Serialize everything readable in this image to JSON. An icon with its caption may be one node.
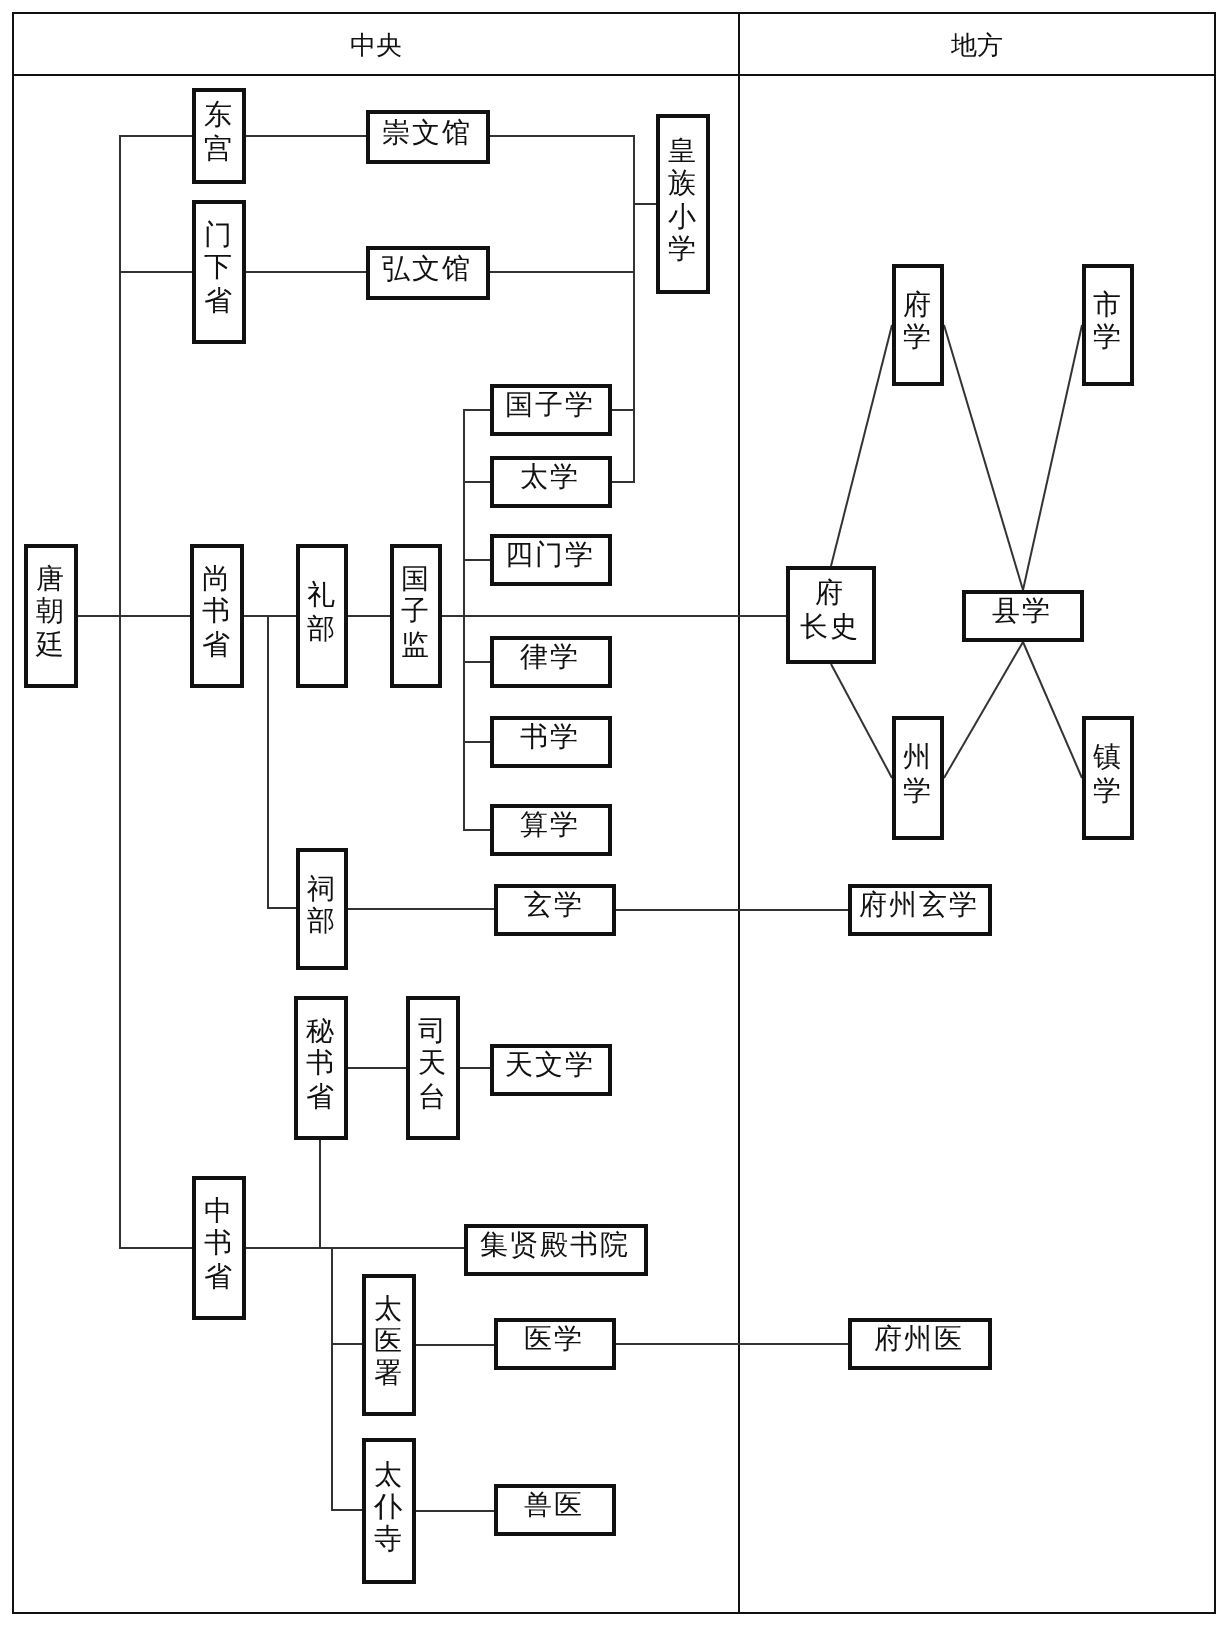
{
  "diagram": {
    "nodes": [
      {
        "text": [
          "中央"
        ]
      },
      {
        "text": [
          "地方"
        ]
      },
      {
        "text": [
          "唐朝廷"
        ],
        "in": 0
      },
      {
        "text": [
          "东宫"
        ],
        "in": 0
      },
      {
        "text": [
          "门下省"
        ],
        "in": 0
      },
      {
        "text": [
          "崇文馆"
        ],
        "in": 0
      },
      {
        "text": [
          "弘文馆"
        ],
        "in": 0
      },
      {
        "text": [
          "皇族小学"
        ],
        "in": 0
      },
      {
        "text": [
          "尚书省"
        ],
        "in": 0
      },
      {
        "text": [
          "礼部"
        ],
        "in": 0
      },
      {
        "text": [
          "国子监"
        ],
        "in": 0
      },
      {
        "text": [
          "国子学"
        ],
        "in": 0
      },
      {
        "text": [
          "太学"
        ],
        "in": 0
      },
      {
        "text": [
          "四门学"
        ],
        "in": 0
      },
      {
        "text": [
          "律学"
        ],
        "in": 0
      },
      {
        "text": [
          "书学"
        ],
        "in": 0
      },
      {
        "text": [
          "算学"
        ],
        "in": 0
      },
      {
        "text": [
          "祠部"
        ],
        "in": 0
      },
      {
        "text": [
          "玄学"
        ],
        "in": 0
      },
      {
        "text": [
          "秘书省"
        ],
        "in": 0
      },
      {
        "text": [
          "司天台"
        ],
        "in": 0
      },
      {
        "text": [
          "天文学"
        ],
        "in": 0
      },
      {
        "text": [
          "中书省"
        ],
        "in": 0
      },
      {
        "text": [
          "集贤殿书院"
        ],
        "in": 0
      },
      {
        "text": [
          "太医署"
        ],
        "in": 0
      },
      {
        "text": [
          "医学"
        ],
        "in": 0
      },
      {
        "text": [
          "太仆寺"
        ],
        "in": 0
      },
      {
        "text": [
          "兽医"
        ],
        "in": 0
      },
      {
        "text": [
          "府学"
        ],
        "in": 1
      },
      {
        "text": [
          "市学"
        ],
        "in": 1
      },
      {
        "text": [
          "府长史"
        ],
        "in": 1
      },
      {
        "text": [
          "县学"
        ],
        "in": 1
      },
      {
        "text": [
          "州学"
        ],
        "in": 1
      },
      {
        "text": [
          "镇学"
        ],
        "in": 1
      },
      {
        "text": [
          "府州玄学"
        ],
        "in": 1
      },
      {
        "text": [
          "府州医"
        ],
        "in": 1
      }
    ],
    "edges": [
      {
        "from": 2,
        "to": 3,
        "arrow": "none"
      },
      {
        "from": 2,
        "to": 4,
        "arrow": "none"
      },
      {
        "from": 2,
        "to": 8,
        "arrow": "none"
      },
      {
        "from": 2,
        "to": 22,
        "arrow": "none"
      },
      {
        "from": 3,
        "to": 5,
        "arrow": "none"
      },
      {
        "from": 4,
        "to": 6,
        "arrow": "none"
      },
      {
        "from": 5,
        "to": 7,
        "arrow": "none"
      },
      {
        "from": 6,
        "to": 7,
        "arrow": "none"
      },
      {
        "from": 11,
        "to": 7,
        "arrow": "none"
      },
      {
        "from": 12,
        "to": 7,
        "arrow": "none"
      },
      {
        "from": 8,
        "to": 9,
        "arrow": "none"
      },
      {
        "from": 9,
        "to": 10,
        "arrow": "none"
      },
      {
        "from": 10,
        "to": 11,
        "arrow": "none"
      },
      {
        "from": 10,
        "to": 12,
        "arrow": "none"
      },
      {
        "from": 10,
        "to": 13,
        "arrow": "none"
      },
      {
        "from": 10,
        "to": 14,
        "arrow": "none"
      },
      {
        "from": 10,
        "to": 15,
        "arrow": "none"
      },
      {
        "from": 10,
        "to": 16,
        "arrow": "none"
      },
      {
        "from": 10,
        "to": 30,
        "arrow": "none"
      },
      {
        "from": 8,
        "to": 17,
        "arrow": "none"
      },
      {
        "from": 17,
        "to": 18,
        "arrow": "none"
      },
      {
        "from": 18,
        "to": 34,
        "arrow": "none"
      },
      {
        "from": 22,
        "to": 19,
        "arrow": "none"
      },
      {
        "from": 19,
        "to": 20,
        "arrow": "none"
      },
      {
        "from": 20,
        "to": 21,
        "arrow": "none"
      },
      {
        "from": 22,
        "to": 23,
        "arrow": "none"
      },
      {
        "from": 22,
        "to": 24,
        "arrow": "none"
      },
      {
        "from": 22,
        "to": 26,
        "arrow": "none"
      },
      {
        "from": 24,
        "to": 25,
        "arrow": "none"
      },
      {
        "from": 25,
        "to": 35,
        "arrow": "none"
      },
      {
        "from": 26,
        "to": 27,
        "arrow": "none"
      },
      {
        "from": 30,
        "to": 28,
        "arrow": "none"
      },
      {
        "from": 30,
        "to": 32,
        "arrow": "none"
      },
      {
        "from": 28,
        "to": 31,
        "arrow": "none"
      },
      {
        "from": 29,
        "to": 31,
        "arrow": "none"
      },
      {
        "from": 31,
        "to": 32,
        "arrow": "none"
      },
      {
        "from": 31,
        "to": 33,
        "arrow": "none"
      }
    ]
  }
}
